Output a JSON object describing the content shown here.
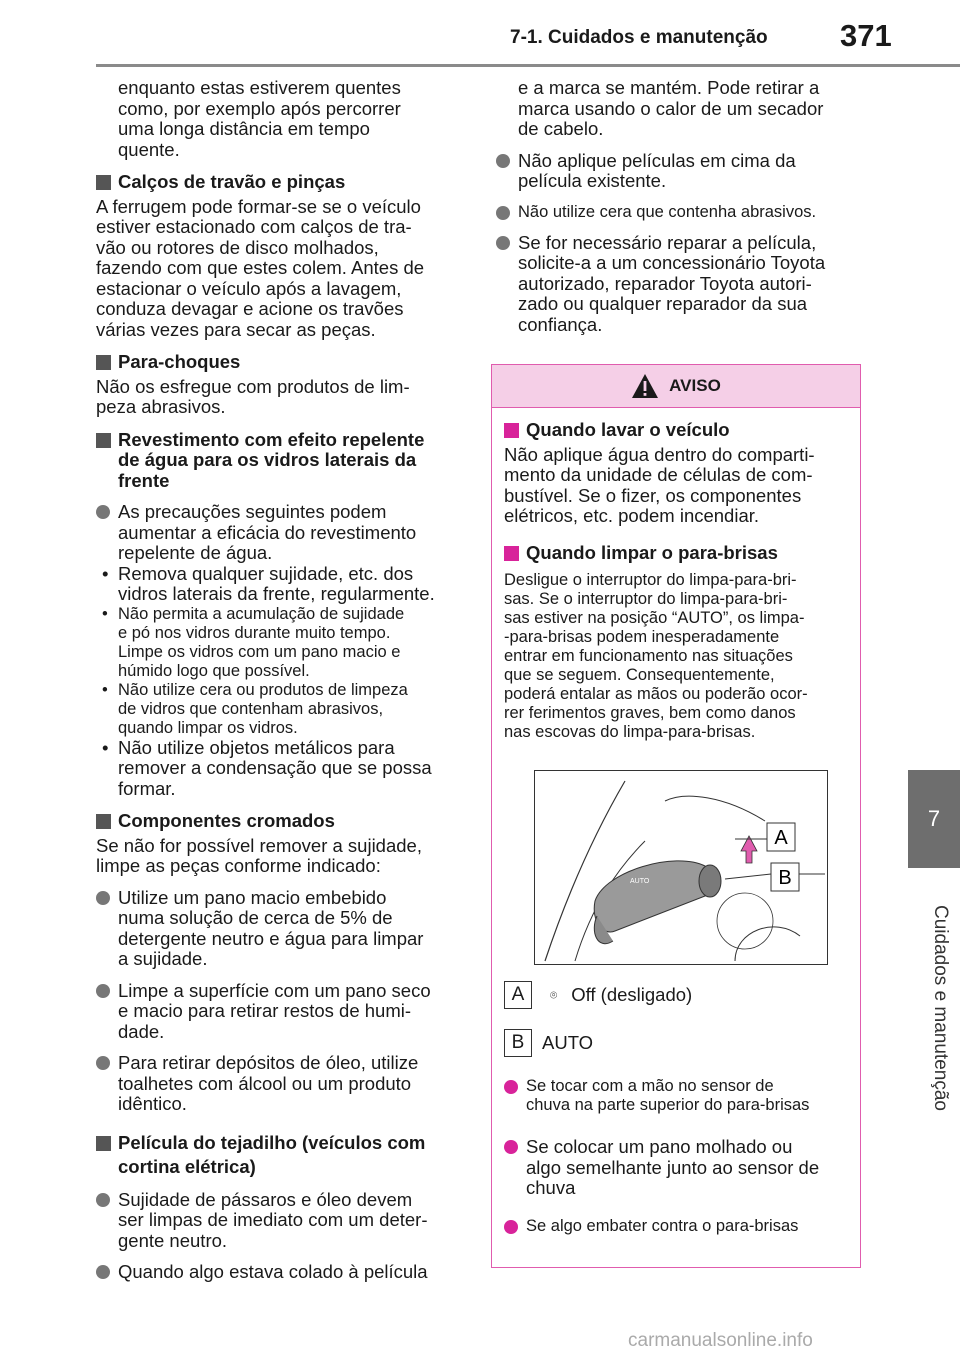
{
  "header": {
    "section_title": "7-1. Cuidados e manutenção",
    "page_number": "371",
    "side_tab": "7",
    "side_label": "Cuidados e manutenção"
  },
  "left": {
    "p0": [
      "enquanto estas estiverem quentes",
      "como, por exemplo após percorrer",
      "uma longa distância em tempo",
      "quente."
    ],
    "h1": "Calços de travão e pinças",
    "p1": [
      "A ferrugem pode formar-se se o veículo",
      "estiver estacionado com calços de tra-",
      "vão ou rotores de disco molhados,",
      "fazendo com que estes colem. Antes de",
      "estacionar o veículo após a lavagem,",
      "conduza devagar e acione os travões",
      "várias vezes para secar as peças."
    ],
    "h2": "Para-choques",
    "p2": [
      "Não os esfregue com produtos de lim-",
      "peza abrasivos."
    ],
    "h3": [
      "Revestimento com efeito repelente",
      "de água para os vidros laterais da",
      "frente"
    ],
    "b1": [
      "As precauções seguintes podem",
      "aumentar a eficácia do revestimento",
      "repelente de água."
    ],
    "s1": [
      "Remova qualquer sujidade, etc. dos",
      "vidros laterais da frente, regularmente."
    ],
    "s2": [
      "Não permita a acumulação de sujidade",
      "e pó nos vidros durante muito tempo.",
      "Limpe os vidros com um pano macio e",
      "húmido logo que possível."
    ],
    "s3": [
      "Não utilize cera ou produtos de limpeza",
      "de vidros que contenham abrasivos,",
      "quando limpar os vidros."
    ],
    "s4": [
      "Não utilize objetos metálicos para",
      "remover a condensação que se possa",
      "formar."
    ],
    "h4": "Componentes cromados",
    "p4": [
      "Se não for possível remover a sujidade,",
      "limpe as peças conforme indicado:"
    ],
    "b2": [
      "Utilize um pano macio embebido",
      "numa solução de cerca de 5% de",
      "detergente neutro e água para limpar",
      "a sujidade."
    ],
    "b3": [
      "Limpe a superfície com um pano seco",
      "e macio para retirar restos de humi-",
      "dade."
    ],
    "b4": [
      "Para retirar depósitos de óleo, utilize",
      "toalhetes com álcool ou um produto",
      "idêntico."
    ],
    "h5": [
      "Película do tejadilho (veículos com",
      "cortina elétrica)"
    ],
    "b5": [
      "Sujidade de pássaros e óleo devem",
      "ser limpas de imediato com um deter-",
      "gente neutro."
    ],
    "b6": [
      "Quando algo estava colado à película"
    ]
  },
  "right": {
    "p0": [
      "e a marca se mantém. Pode retirar a",
      "marca usando o calor de um secador",
      "de cabelo."
    ],
    "b1": [
      "Não aplique películas em cima da",
      "película existente."
    ],
    "b2": [
      "Não utilize cera que contenha abrasivos."
    ],
    "b3": [
      "Se for necessário reparar a película,",
      "solicite-a a um concessionário Toyota",
      "autorizado, reparador Toyota autori-",
      "zado ou qualquer reparador da sua",
      "confiança."
    ]
  },
  "warning": {
    "title": "AVISO",
    "h1": "Quando lavar o veículo",
    "p1": [
      "Não aplique água dentro do comparti-",
      "mento da unidade de células de com-",
      "bustível. Se o fizer, os componentes",
      "elétricos, etc. podem incendiar."
    ],
    "h2": "Quando limpar o para-brisas",
    "p2": [
      "Desligue o interruptor do limpa-para-bri-",
      "sas. Se o interruptor do limpa-para-bri-",
      "sas estiver na posição “AUTO”, os limpa-",
      "-para-brisas podem inesperadamente",
      "entrar em funcionamento nas situações",
      "que se seguem. Consequentemente,",
      "poderá entalar as mãos ou poderão ocor-",
      "rer ferimentos graves, bem como danos",
      "nas escovas do limpa-para-brisas."
    ],
    "figure_label_a": "A",
    "figure_label_b": "B",
    "figure_text_auto": "AUTO",
    "legend_a_box": "A",
    "legend_a": "Off (desligado)",
    "legend_b_box": "B",
    "legend_b": "AUTO",
    "b1": [
      "Se tocar com a mão no sensor de",
      "chuva na parte superior do para-brisas"
    ],
    "b2": [
      "Se colocar um pano molhado ou",
      "algo semelhante junto ao sensor de",
      "chuva"
    ],
    "b3": [
      "Se algo embater contra o para-brisas"
    ]
  },
  "footer": {
    "watermark": "carmanualsonline.info"
  },
  "colors": {
    "accent": "#d8239a",
    "aviso_bg": "#f5cfe7",
    "tab_gray": "#6e6e6e"
  }
}
